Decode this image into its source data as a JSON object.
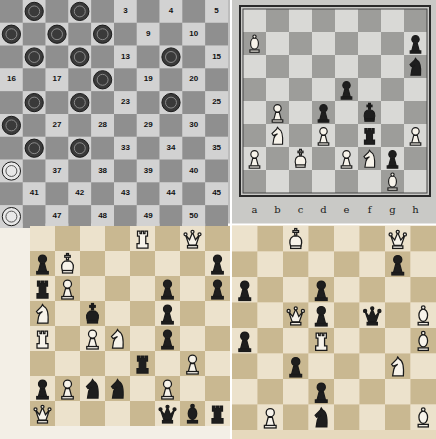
{
  "diagram": {
    "labels": [
      "3",
      "4",
      "5",
      "9",
      "10",
      "13",
      "15",
      "16",
      "17",
      "19",
      "20",
      "23",
      "25",
      "27",
      "28",
      "29",
      "30",
      "33",
      "34",
      "35",
      "37",
      "38",
      "39",
      "40",
      "41",
      "42",
      "43",
      "44",
      "45",
      "47",
      "48",
      "49",
      "50",
      "a",
      "b",
      "c",
      "d",
      "e",
      "f",
      "g",
      "h"
    ]
  }
}
